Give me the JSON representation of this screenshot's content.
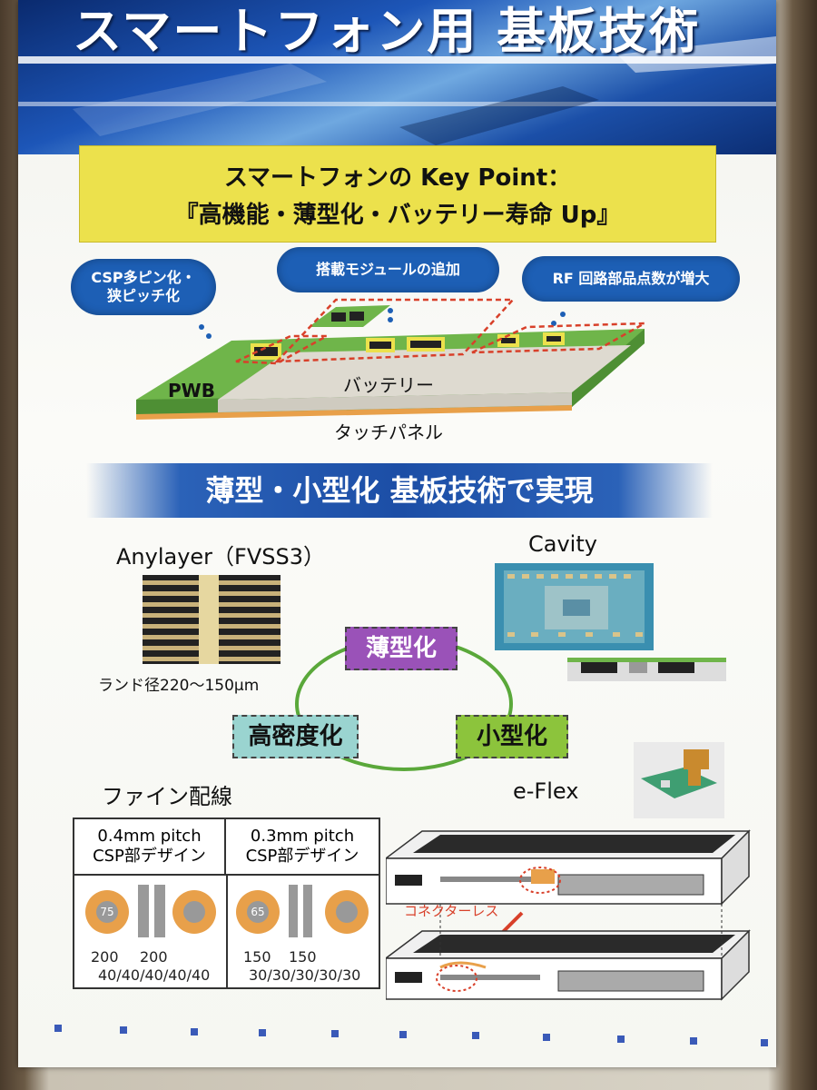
{
  "title": "スマートフォン用 基板技術",
  "key_point": {
    "line1": "スマートフォンの Key Point：",
    "line2": "『高機能・薄型化・バッテリー寿命 Up』"
  },
  "clouds": {
    "csp": "CSP多ピン化・\n狭ピッチ化",
    "module": "搭載モジュールの追加",
    "rf": "RF 回路部品点数が増大"
  },
  "board": {
    "pwb": "PWB",
    "battery": "バッテリー",
    "touch_panel": "タッチパネル"
  },
  "banner": "薄型・小型化 基板技術で実現",
  "anylayer": {
    "title": "Anylayer（FVSS3）",
    "caption": "ランド径220～150μm"
  },
  "cavity": {
    "title": "Cavity"
  },
  "cycle": {
    "thin": "薄型化",
    "density": "高密度化",
    "small": "小型化"
  },
  "fine": {
    "title": "ファイン配線",
    "left_header": "0.4mm pitch\nCSP部デザイン",
    "right_header": "0.3mm pitch\nCSP部デザイン",
    "left_pad": "75",
    "right_pad": "65",
    "left_dim1": "200",
    "left_dim2": "200",
    "right_dim1": "150",
    "right_dim2": "150",
    "left_lines": "40/40/40/40/40",
    "right_lines": "30/30/30/30/30"
  },
  "eflex": {
    "title": "e-Flex",
    "connector_less": "コネクターレス"
  },
  "colors": {
    "header_blue": "#1d56b8",
    "key_yellow": "#ece14c",
    "cloud_blue": "#1d5fb5",
    "thin_purple": "#9a52b8",
    "density_teal": "#9ad4d0",
    "small_green": "#8cc43c",
    "cycle_green": "#5aa83a",
    "pwb_green": "#6fb54a",
    "pad_orange": "#e8a04a",
    "highlight_red": "#d8402a"
  }
}
